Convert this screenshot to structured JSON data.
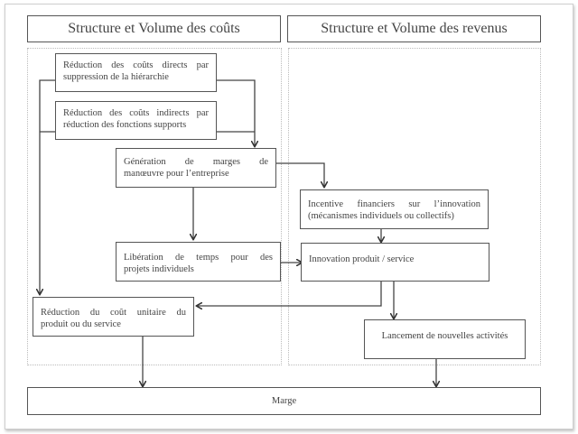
{
  "headers": {
    "costs": "Structure et Volume des coûts",
    "revenues": "Structure et Volume  des revenus"
  },
  "boxes": {
    "direct_costs": {
      "line1": "Réduction des coûts directs par",
      "line2": "suppression de la hiérarchie"
    },
    "indirect_costs": {
      "line1": "Réduction des coûts indirects par",
      "line2": "réduction des fonctions supports"
    },
    "margin_generation": {
      "line1": "Génération de marges de",
      "line2": "manœuvre pour l’entreprise"
    },
    "time_release": {
      "line1": "Libération de temps pour des",
      "line2": "projets individuels"
    },
    "unit_cost": {
      "line1": "Réduction du coût unitaire du",
      "line2": "produit ou du service"
    },
    "incentives": {
      "line1": "Incentive financiers sur l’innovation",
      "line2": "(mécanismes individuels ou collectifs)"
    },
    "innovation": {
      "line1": "Innovation produit / service"
    },
    "new_activities": {
      "line1": "Lancement de nouvelles activités"
    },
    "margin": {
      "line1": "Marge"
    }
  }
}
